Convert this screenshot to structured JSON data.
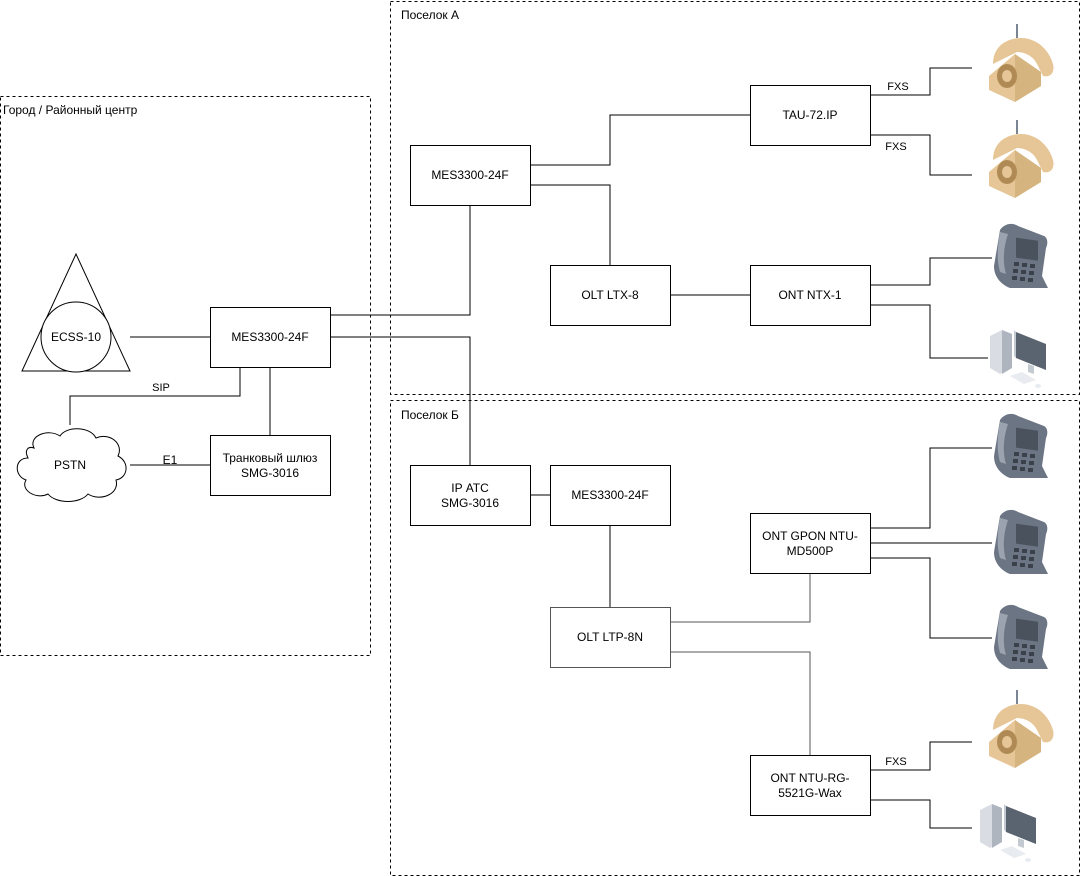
{
  "zones": {
    "city": {
      "label": "Город / Районный центр"
    },
    "village_a": {
      "label": "Поселок А"
    },
    "village_b": {
      "label": "Поселок Б"
    }
  },
  "city": {
    "ecss": {
      "label": "ECSS-10"
    },
    "mes": {
      "label": "MES3300-24F"
    },
    "pstn": {
      "label": "PSTN"
    },
    "trunk_gw": {
      "line1": "Транковый шлюз",
      "line2": "SMG-3016"
    },
    "link_sip": "SIP",
    "link_e1": "E1"
  },
  "village_a": {
    "mes": {
      "label": "MES3300-24F"
    },
    "tau": {
      "label": "TAU-72.IP"
    },
    "olt": {
      "label": "OLT LTX-8"
    },
    "ont": {
      "label": "ONT NTX-1"
    },
    "link_fxs_1": "FXS",
    "link_fxs_2": "FXS",
    "endpoints": [
      "analog-phone-icon",
      "analog-phone-icon",
      "ip-phone-icon",
      "desktop-computer-icon"
    ]
  },
  "village_b": {
    "ip_atc": {
      "line1": "IP АТС",
      "line2": "SMG-3016"
    },
    "mes": {
      "label": "MES3300-24F"
    },
    "olt": {
      "label": "OLT LTP-8N"
    },
    "ont_gpon": {
      "line1": "ONT GPON NTU-",
      "line2": "MD500P"
    },
    "ont_rg": {
      "line1": "ONT NTU-RG-",
      "line2": "5521G-Wax"
    },
    "link_fxs": "FXS",
    "endpoints": [
      "ip-phone-icon",
      "ip-phone-icon",
      "ip-phone-icon",
      "analog-phone-icon",
      "desktop-computer-icon"
    ]
  },
  "colors": {
    "phone_tan": "#e6c697",
    "phone_tan_dark": "#c9a56c",
    "ip_phone_gray": "#6b7584",
    "ip_phone_dark": "#4a525e",
    "pc_light": "#d9dde3",
    "pc_dark": "#5a6370"
  }
}
